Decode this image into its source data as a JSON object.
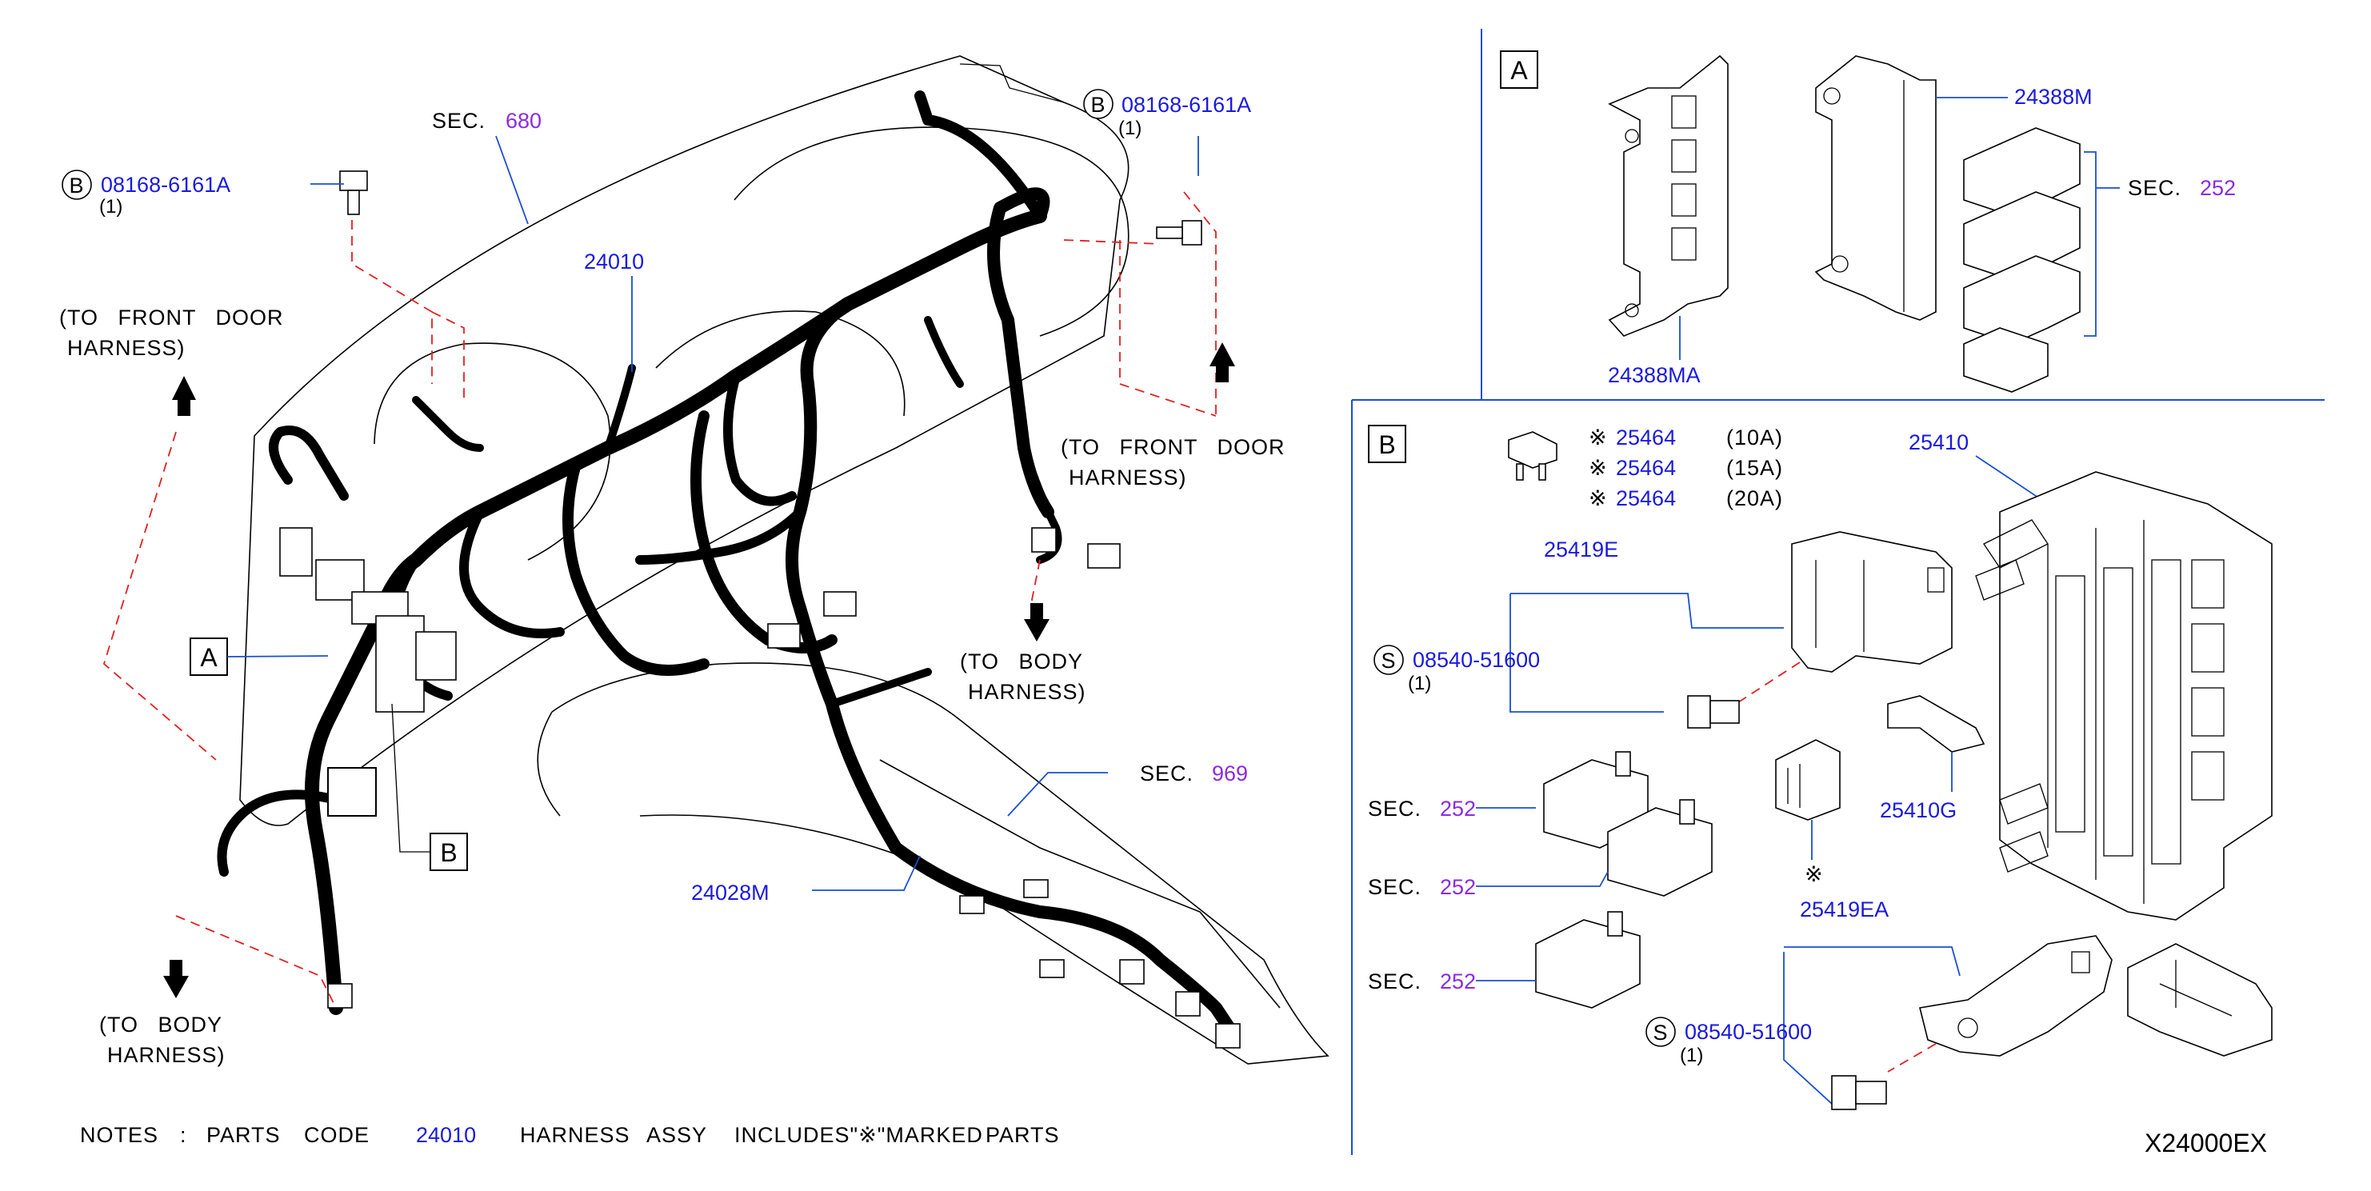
{
  "diagram_code": "X24000EX",
  "notes": {
    "prefix": "NOTES",
    "colon": ":",
    "text1": "PARTS",
    "text2": "CODE",
    "code": "24010",
    "text3": "HARNESS",
    "text4": "ASSY",
    "text5": "INCLUDES\"※\"MARKED",
    "text6": "PARTS"
  },
  "main": {
    "sec_label": "SEC.",
    "sec680": "680",
    "sec969": "969",
    "bolt_top_left": {
      "mark": "B",
      "part": "08168-6161A",
      "qty": "(1)"
    },
    "bolt_top_right": {
      "mark": "B",
      "part": "08168-6161A",
      "qty": "(1)"
    },
    "harness_main": "24010",
    "harness_sub": "24028M",
    "to_front_door_left": {
      "line1": "(TO FRONT DOOR",
      "line2": "HARNESS)"
    },
    "to_front_door_right": {
      "line1": "(TO FRONT DOOR",
      "line2": "HARNESS)"
    },
    "to_body_left": {
      "line1": "(TO BODY",
      "line2": "HARNESS)"
    },
    "to_body_right": {
      "line1": "(TO BODY",
      "line2": "HARNESS)"
    },
    "callout_a": "A",
    "callout_b": "B"
  },
  "panel_a": {
    "title": "A",
    "bracket1": "24388M",
    "bracket2": "24388MA",
    "relay_sec": "252"
  },
  "panel_b": {
    "title": "B",
    "fuses": [
      {
        "mark": "※",
        "part": "25464",
        "rating": "(10A)"
      },
      {
        "mark": "※",
        "part": "25464",
        "rating": "(15A)"
      },
      {
        "mark": "※",
        "part": "25464",
        "rating": "(20A)"
      }
    ],
    "fuse_block": "25410",
    "bracket_e": "25419E",
    "bracket_ea": "25419EA",
    "clip": "25410G",
    "clip_mark": "※",
    "screw_top": {
      "mark": "S",
      "part": "08540-51600",
      "qty": "(1)"
    },
    "screw_bottom": {
      "mark": "S",
      "part": "08540-51600",
      "qty": "(1)"
    },
    "relays": [
      "252",
      "252",
      "252"
    ]
  },
  "colors": {
    "part_number": "#1a1adf",
    "section_ref": "#8a2be2",
    "leader": "#1a4fd0",
    "dashed": "#e02020"
  }
}
